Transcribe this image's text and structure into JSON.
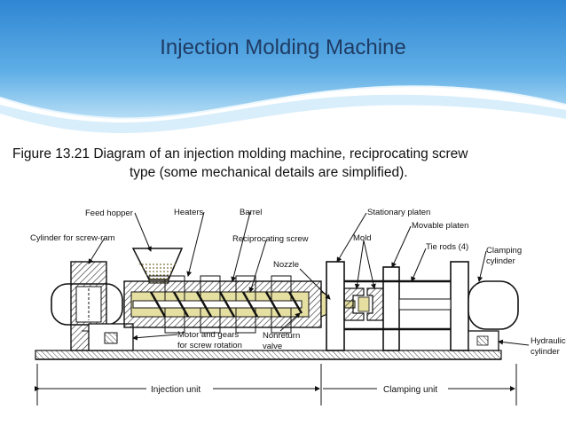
{
  "slide": {
    "title": "Injection Molding Machine",
    "caption_line1": "Figure 13.21  Diagram of an injection molding machine, reciprocating screw",
    "caption_line2": "type (some mechanical details are simplified)."
  },
  "diagram": {
    "labels": {
      "feed_hopper": "Feed hopper",
      "heaters": "Heaters",
      "barrel": "Barrel",
      "stationary_platen": "Stationary platen",
      "movable_platen": "Movable platen",
      "cylinder_screw_ram": "Cylinder for screw-ram",
      "reciprocating_screw": "Reciprocating screw",
      "mold": "Mold",
      "tie_rods": "Tie rods (4)",
      "clamping_cylinder_1": "Clamping",
      "clamping_cylinder_2": "cylinder",
      "nozzle": "Nozzle",
      "motor_gears_1": "Motor and gears",
      "motor_gears_2": "for screw rotation",
      "nonreturn_1": "Nonreturn",
      "nonreturn_2": "valve",
      "hydraulic_1": "Hydraulic",
      "hydraulic_2": "cylinder",
      "injection_unit": "Injection unit",
      "clamping_unit": "Clamping unit"
    },
    "colors": {
      "header_blue": "#3a8fd8",
      "header_light": "#9dd0f2",
      "title_color": "#1f3b63",
      "machine_fill": "#ffffff",
      "plastic_fill": "#e6dfa2",
      "hatch": "#222222"
    }
  }
}
